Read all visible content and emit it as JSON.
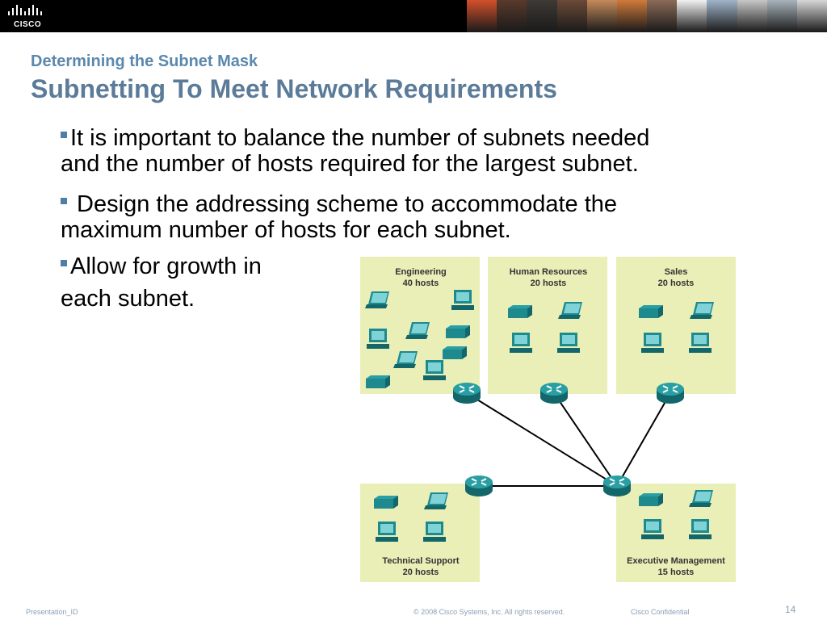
{
  "header": {
    "logo_text": "CISCO",
    "photos": [
      "#d4502a",
      "#5a3a2c",
      "#3e3a36",
      "#6b4a38",
      "#c58a5a",
      "#d07a3a",
      "#8b6b58",
      "#f2f2f2",
      "#9fb4c9",
      "#c7c7c7",
      "#a7b3bb",
      "#d7d7d7"
    ]
  },
  "slide": {
    "subtitle": "Determining the Subnet  Mask",
    "title": "Subnetting To Meet Network Requirements",
    "bullets": [
      {
        "line1": "It is important to balance the number of subnets needed",
        "line2": "and the number of hosts required for the largest subnet."
      },
      {
        "line1": " Design the addressing scheme to accommodate the",
        "line2": "maximum number of hosts for each subnet."
      },
      {
        "line1": "Allow for growth in",
        "line2": "each subnet."
      }
    ]
  },
  "diagram": {
    "colors": {
      "box": "#eaefb8",
      "device": "#1e8a8e",
      "router": "#1e8a8e",
      "link": "#000000"
    },
    "subnets": [
      {
        "name": "Engineering",
        "hosts": "40 hosts"
      },
      {
        "name": "Human Resources",
        "hosts": "20 hosts"
      },
      {
        "name": "Sales",
        "hosts": "20 hosts"
      },
      {
        "name": "Technical Support",
        "hosts": "20 hosts"
      },
      {
        "name": "Executive Management",
        "hosts": "15 hosts"
      }
    ]
  },
  "footer": {
    "left": "Presentation_ID",
    "copyright": "© 2008 Cisco Systems, Inc. All rights reserved.",
    "confidential": "Cisco Confidential",
    "page": "14"
  }
}
